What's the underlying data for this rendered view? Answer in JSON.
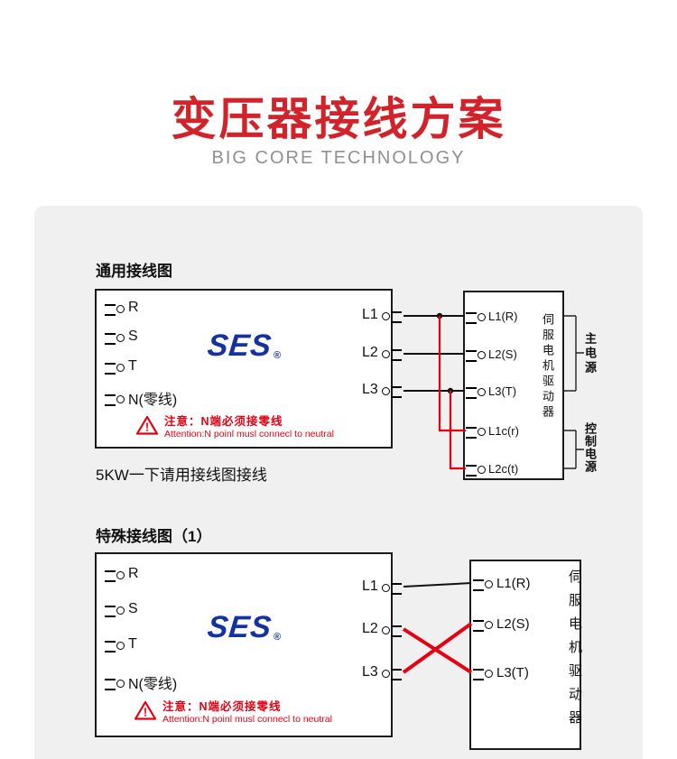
{
  "colors": {
    "title_red": "#d2232a",
    "wire_red": "#e60012",
    "logo_blue": "#15339e",
    "panel_bg": "#f0f0f0"
  },
  "page": {
    "title": "变压器接线方案",
    "subtitle": "BIG CORE TECHNOLOGY"
  },
  "diagram1": {
    "heading": "通用接线图",
    "inputs": [
      "R",
      "S",
      "T",
      "N(零线)"
    ],
    "logo": "SES",
    "logo_reg": "®",
    "warning_cn": "注意：N端必须接零线",
    "warning_en": "Attention:N poinl musl connecl to neutral",
    "outputs": [
      "L1",
      "L2",
      "L3"
    ],
    "driver": {
      "terminals": [
        "L1(R)",
        "L2(S)",
        "L3(T)",
        "L1c(r)",
        "L2c(t)"
      ],
      "label": "伺服电机驱动器"
    },
    "groups": {
      "main": "主电源",
      "control": "控制电源"
    },
    "note": "5KW一下请用接线图接线"
  },
  "diagram2": {
    "heading": "特殊接线图（1）",
    "inputs": [
      "R",
      "S",
      "T",
      "N(零线)"
    ],
    "logo": "SES",
    "logo_reg": "®",
    "warning_cn": "注意：N端必须接零线",
    "warning_en": "Attention:N poinl musl connecl to neutral",
    "outputs": [
      "L1",
      "L2",
      "L3"
    ],
    "driver": {
      "terminals": [
        "L1(R)",
        "L2(S)",
        "L3(T)"
      ],
      "label": "伺服电机驱动器"
    }
  }
}
